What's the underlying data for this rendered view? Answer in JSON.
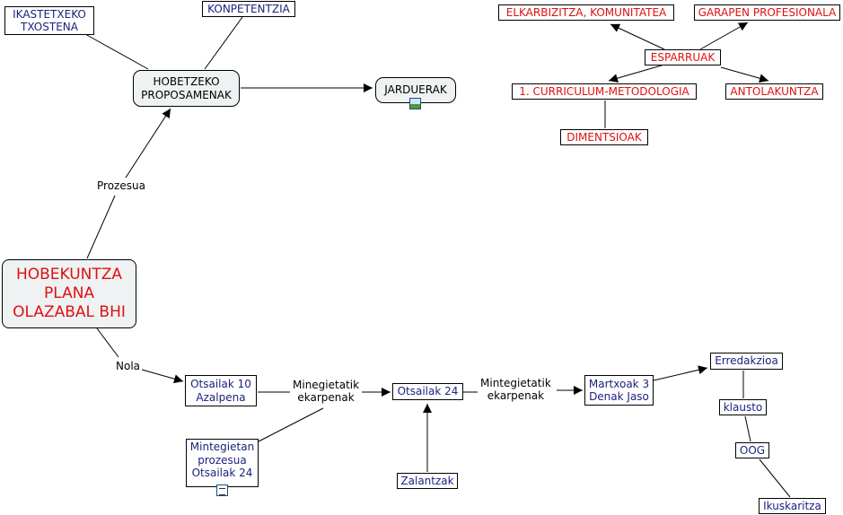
{
  "nodes": {
    "main": "HOBEKUNTZA\nPLANA\nOLAZABAL BHI",
    "hobetzeko": "HOBETZEKO\nPROPOSAMENAK",
    "ikastetxeko": "IKASTETXEKO\nTXOSTENA",
    "konpetentzia": "KONPETENTZIA",
    "jarduerak": "JARDUERAK",
    "esparruak": "ESPARRUAK",
    "elkarbizitza": "ELKARBIZITZA, KOMUNITATEA",
    "garapen": "GARAPEN PROFESIONALA",
    "curriculum": "1. CURRICULUM-METODOLOGIA",
    "antolakuntza": "ANTOLAKUNTZA",
    "dimentsioak": "DIMENTSIOAK",
    "otsailak10": "Otsailak 10\nAzalpena",
    "mintegietan": "Mintegietan\nprozesua\nOtsailak 24",
    "otsailak24": "Otsailak 24",
    "zalantzak": "Zalantzak",
    "martxoak": "Martxoak 3\nDenak Jaso",
    "erredakzioa": "Erredakzioa",
    "klausto": "klausto",
    "oog": "OOG",
    "ikuskaritza": "Ikuskaritza"
  },
  "links": {
    "prozesua": "Prozesua",
    "nola": "Nola",
    "minegietatik": "Minegietatik\nekarpenak",
    "mintegietatik": "Mintegietatik\nekarpenak"
  },
  "icons": {
    "jarduerak": "image-icon",
    "mintegietan": "document-icon"
  },
  "colors": {
    "red_text": "#e01010",
    "blue_text": "#1a237e",
    "rounded_fill": "#eef2f3"
  }
}
